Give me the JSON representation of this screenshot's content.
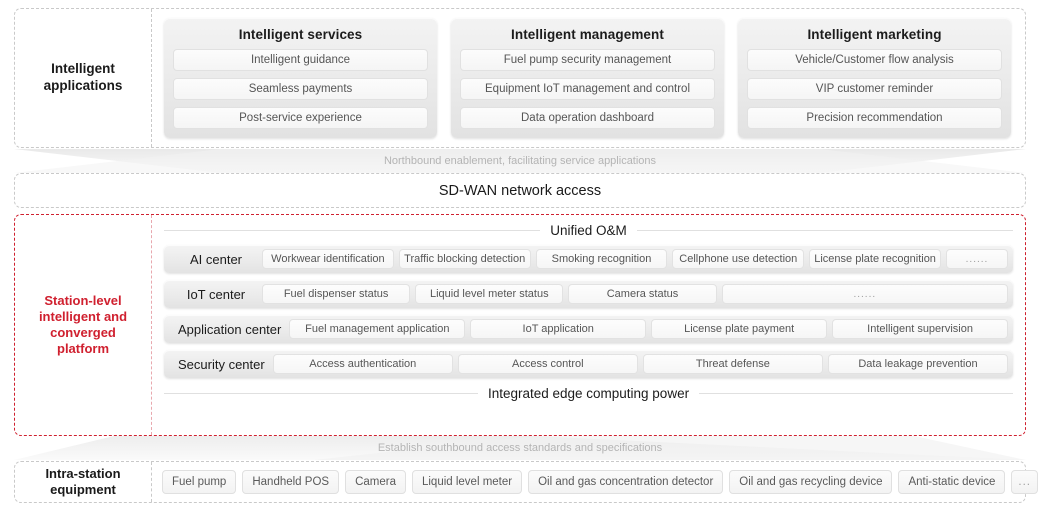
{
  "layers": {
    "applications": {
      "label": "Intelligent\napplications",
      "cards": [
        {
          "title": "Intelligent services",
          "items": [
            "Intelligent guidance",
            "Seamless payments",
            "Post-service experience"
          ]
        },
        {
          "title": "Intelligent management",
          "items": [
            "Fuel pump security management",
            "Equipment IoT management  and control",
            "Data operation dashboard"
          ]
        },
        {
          "title": "Intelligent marketing",
          "items": [
            "Vehicle/Customer flow analysis",
            "VIP customer reminder",
            "Precision recommendation"
          ]
        }
      ]
    },
    "northbound_connector": {
      "text": "Northbound enablement, facilitating service applications"
    },
    "sdwan": {
      "text": "SD-WAN network access"
    },
    "platform": {
      "label": "Station-level\nintelligent and\nconverged\nplatform",
      "label_color": "#d0202f",
      "top_rule_title": "Unified O&M",
      "bottom_rule_title": "Integrated edge computing power",
      "rows": [
        {
          "name": "AI center",
          "chips": [
            "Workwear identification",
            "Traffic blocking detection",
            "Smoking recognition",
            "Cellphone use detection",
            "License plate recognition",
            "......"
          ]
        },
        {
          "name": "IoT center",
          "chips": [
            "Fuel dispenser status",
            "Liquid level meter status",
            "Camera status",
            "......"
          ]
        },
        {
          "name": "Application center",
          "chips": [
            "Fuel management application",
            "IoT application",
            "License plate payment",
            "Intelligent supervision"
          ]
        },
        {
          "name": "Security center",
          "chips": [
            "Access authentication",
            "Access control",
            "Threat defense",
            "Data leakage prevention"
          ]
        }
      ]
    },
    "southbound_connector": {
      "text": "Establish southbound access standards and specifications"
    },
    "equipment": {
      "label": "Intra-station\nequipment",
      "chips": [
        "Fuel pump",
        "Handheld POS",
        "Camera",
        "Liquid level meter",
        "Oil and gas concentration detector",
        "Oil and gas recycling device",
        "Anti-static device",
        "..."
      ]
    }
  }
}
